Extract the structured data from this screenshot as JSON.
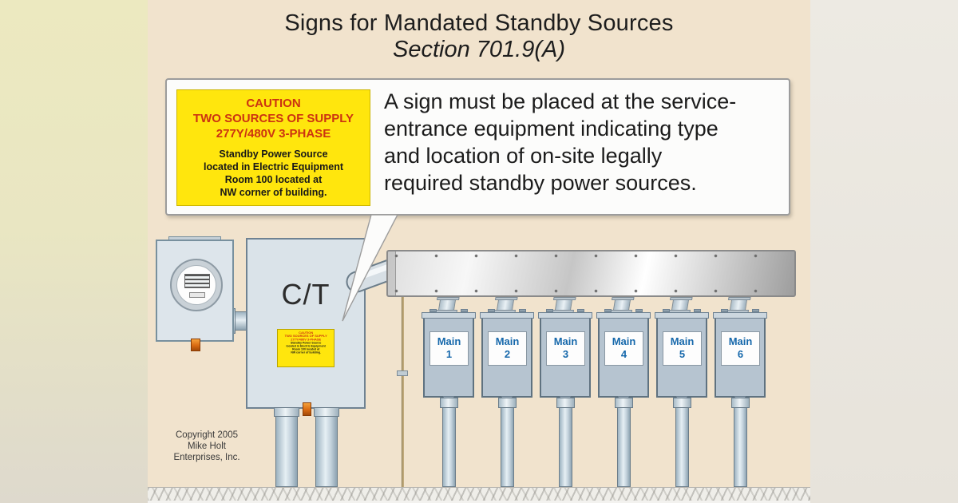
{
  "title": {
    "line1": "Signs for Mandated Standby Sources",
    "line2": "Section 701.9(A)"
  },
  "callout": {
    "lines": [
      "A sign must be placed at the service-",
      "entrance equipment indicating type",
      "and location of on-site legally",
      "required standby power sources."
    ]
  },
  "caution_sign": {
    "heading_lines": [
      "CAUTION",
      "TWO SOURCES OF SUPPLY",
      "277Y/480V 3-PHASE"
    ],
    "body_lines": [
      "Standby Power Source",
      "located in Electric Equipment",
      "Room 100 located at",
      "NW corner of building."
    ],
    "colors": {
      "background": "#ffe60d",
      "heading_text": "#cc3311",
      "body_text": "#181818"
    }
  },
  "equipment": {
    "ct_cabinet_label": "C/T",
    "panels": [
      {
        "name": "Main",
        "number": "1"
      },
      {
        "name": "Main",
        "number": "2"
      },
      {
        "name": "Main",
        "number": "3"
      },
      {
        "name": "Main",
        "number": "4"
      },
      {
        "name": "Main",
        "number": "5"
      },
      {
        "name": "Main",
        "number": "6"
      }
    ],
    "panel_label_color": "#1668ab"
  },
  "copyright": {
    "lines": [
      "Copyright 2005",
      "Mike Holt",
      "Enterprises, Inc."
    ]
  },
  "colors": {
    "diagram_background": "#f1e3cd",
    "cabinet_fill": "#dae3e9",
    "panel_fill": "#b6c4d0",
    "left_band_top": "#ece9c0",
    "right_band": "#edeae3"
  }
}
